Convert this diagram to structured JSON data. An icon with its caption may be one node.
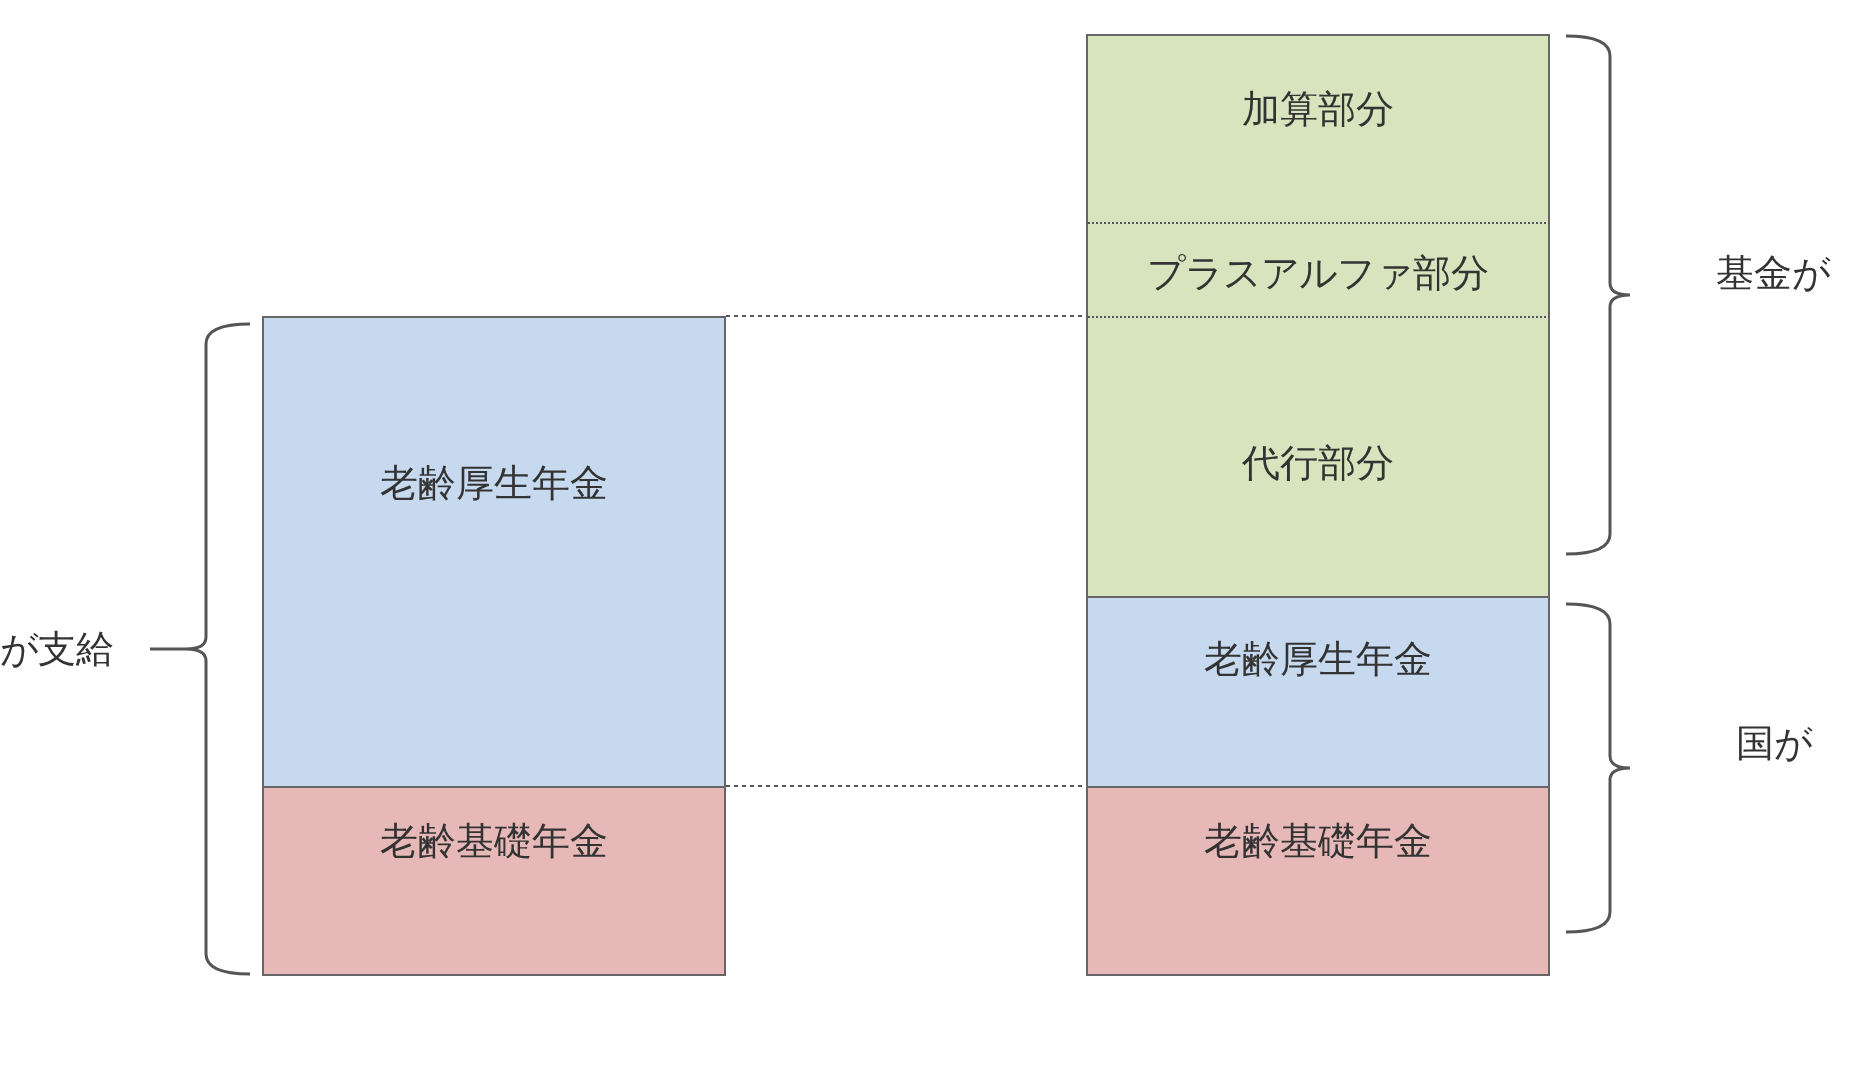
{
  "diagram": {
    "nodes": [
      {
        "text": [
          "老齢厚生年金"
        ]
      },
      {
        "text": [
          "老齢基礎年金"
        ]
      },
      {
        "text": [
          "加算部分"
        ]
      },
      {
        "text": [
          "プラスアルファ部分"
        ]
      },
      {
        "text": [
          "代行部分"
        ]
      },
      {
        "text": [
          "老齢厚生年金"
        ]
      },
      {
        "text": [
          "老齢基礎年金"
        ]
      }
    ],
    "edges": [
      {
        "from": 0,
        "to": 4,
        "arrow": "none",
        "style": "dashed"
      },
      {
        "from": 1,
        "to": 6,
        "arrow": "none",
        "style": "dashed"
      }
    ],
    "labels": [
      "が支給",
      "基金が",
      "国が"
    ]
  }
}
